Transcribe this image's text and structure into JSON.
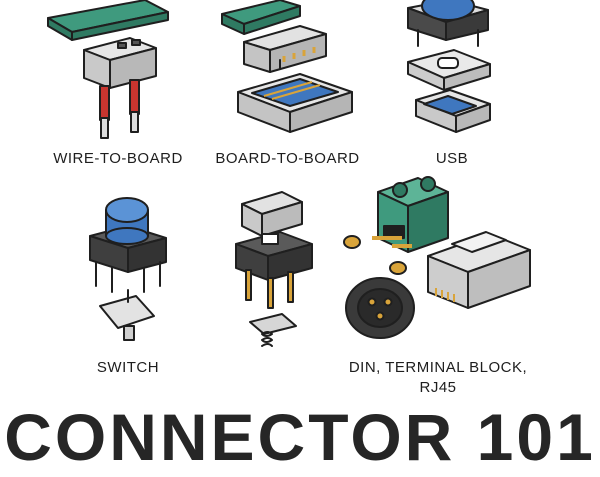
{
  "labels": {
    "wire_to_board": "WIRE-TO-BOARD",
    "board_to_board": "BOARD-TO-BOARD",
    "usb": "USB",
    "switch": "SWITCH",
    "din_line1": "DIN, TERMINAL BLOCK,",
    "din_line2": "RJ45"
  },
  "title": "CONNECTOR 101",
  "colors": {
    "green": "#3f9a7e",
    "blue": "#3f77bf",
    "red": "#c8352f",
    "gold": "#d9a43a",
    "grey_light": "#d6d6d6",
    "grey_dark": "#4a4a4a",
    "outline": "#1f1f1f"
  }
}
